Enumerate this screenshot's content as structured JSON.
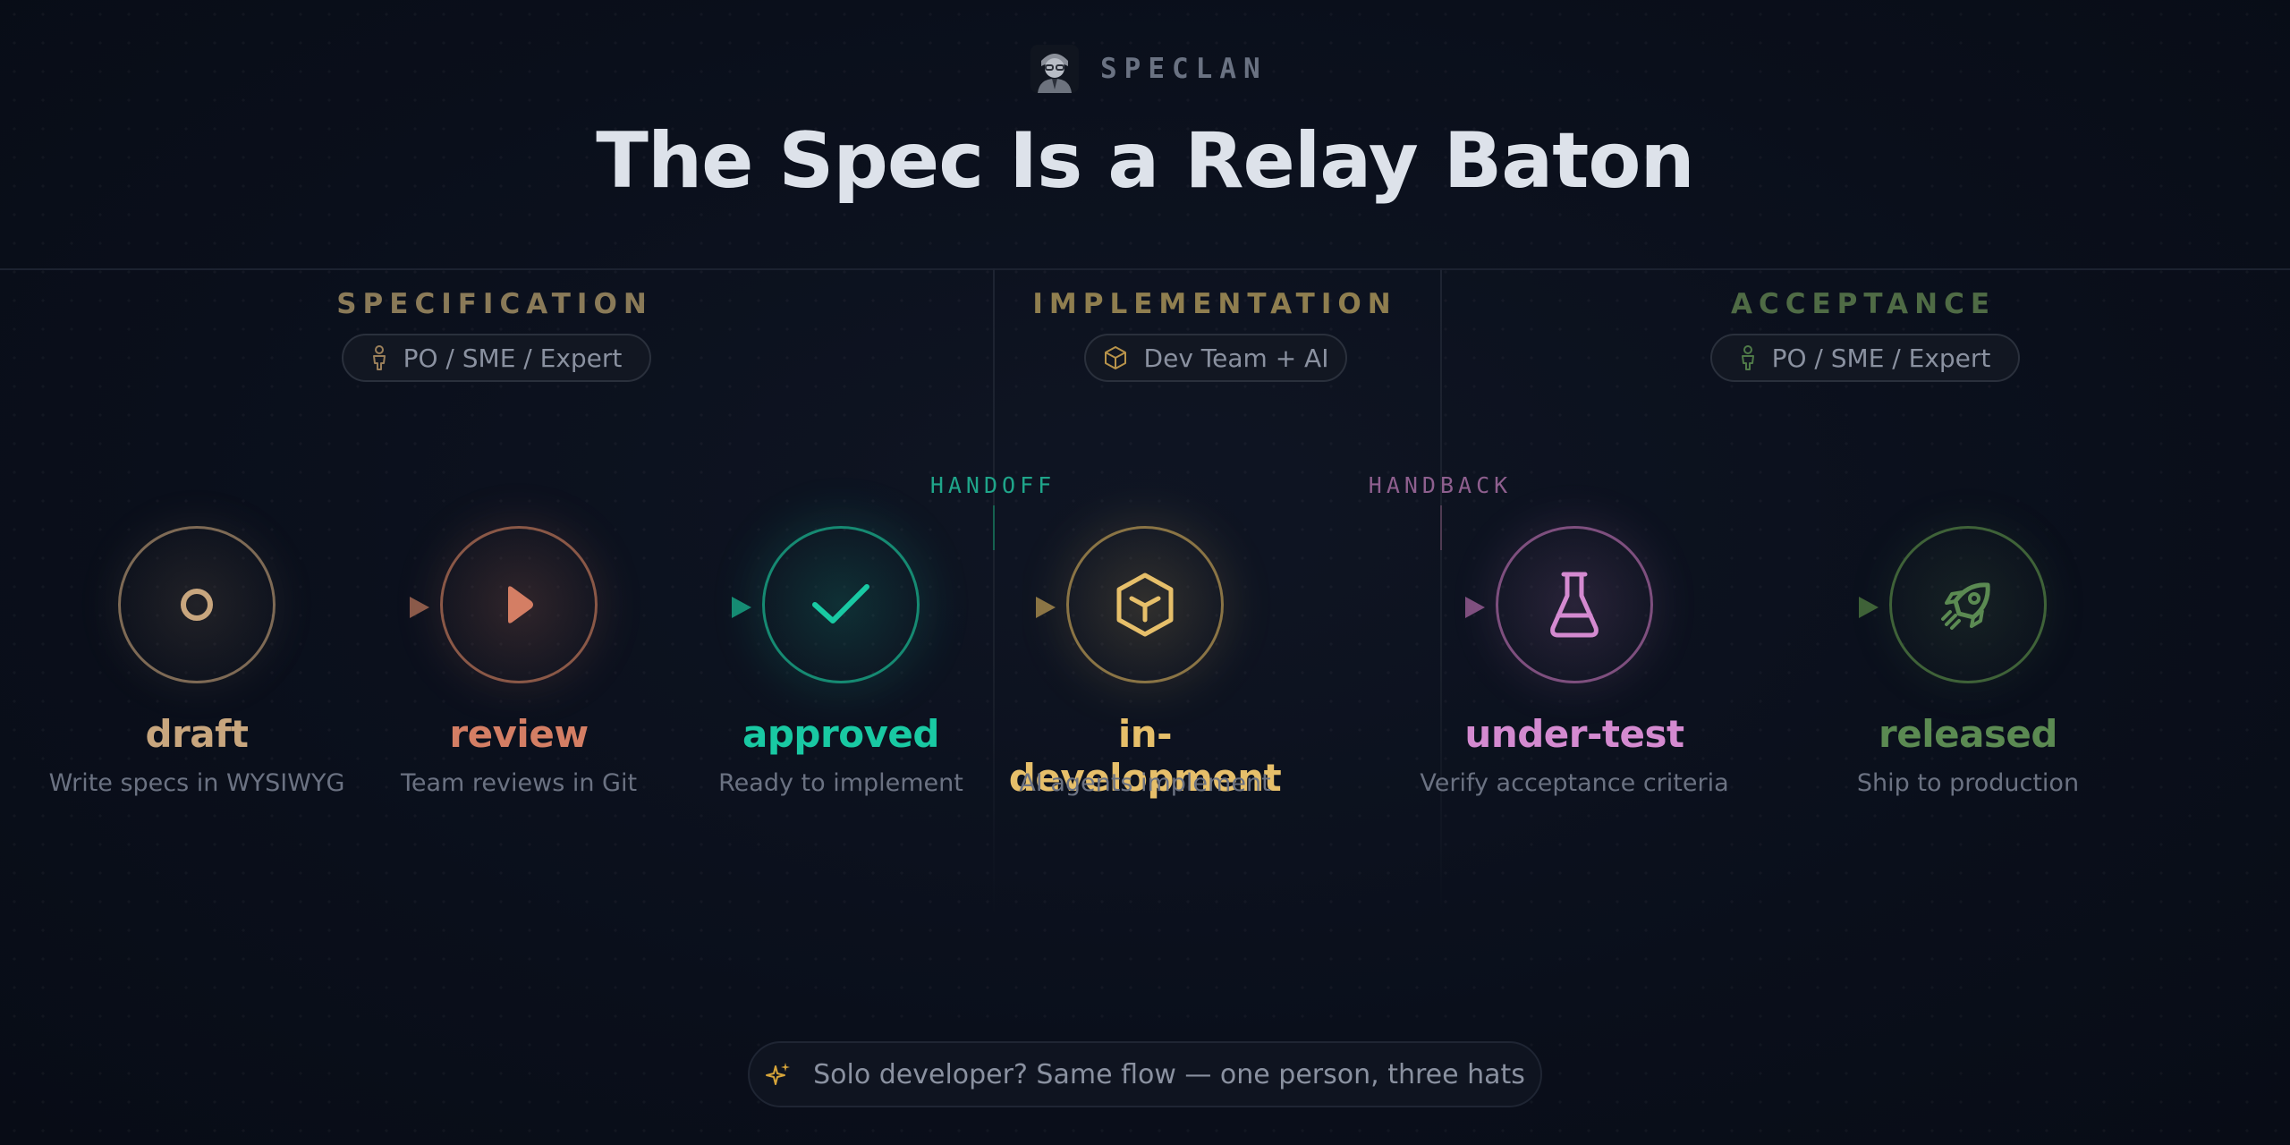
{
  "brand": {
    "name": "SPECLAN",
    "avatar_icon": "developer-avatar-icon"
  },
  "title": "The Spec Is a Relay Baton",
  "zones": [
    {
      "title": "SPECIFICATION",
      "role": "PO / SME / Expert",
      "role_icon": "person-icon",
      "color": "#8a7a58"
    },
    {
      "title": "IMPLEMENTATION",
      "role": "Dev Team + AI",
      "role_icon": "cube-icon",
      "color": "#8f7e4f"
    },
    {
      "title": "ACCEPTANCE",
      "role": "PO / SME / Expert",
      "role_icon": "person-icon",
      "color": "#4f6b45"
    }
  ],
  "markers": {
    "handoff": {
      "label": "HANDOFF",
      "color": "#1fa58a"
    },
    "handback": {
      "label": "HANDBACK",
      "color": "#8e5f8e"
    }
  },
  "stages": [
    {
      "name": "draft",
      "desc": "Write specs in WYSIWYG",
      "icon": "circle-icon",
      "color": "#c8a67e"
    },
    {
      "name": "review",
      "desc": "Team reviews in Git",
      "icon": "play-icon",
      "color": "#d47e64"
    },
    {
      "name": "approved",
      "desc": "Ready to implement",
      "icon": "check-icon",
      "color": "#19c9a3"
    },
    {
      "name": "in-development",
      "desc": "AI agents implement",
      "icon": "cube-icon",
      "color": "#e6bf6a"
    },
    {
      "name": "under-test",
      "desc": "Verify acceptance criteria",
      "icon": "flask-icon",
      "color": "#d48ad0"
    },
    {
      "name": "released",
      "desc": "Ship to production",
      "icon": "rocket-icon",
      "color": "#5b8a52"
    }
  ],
  "footer": {
    "text": "Solo developer? Same flow — one person, three hats",
    "icon": "sparkles-icon",
    "color": "#d7a53a"
  }
}
